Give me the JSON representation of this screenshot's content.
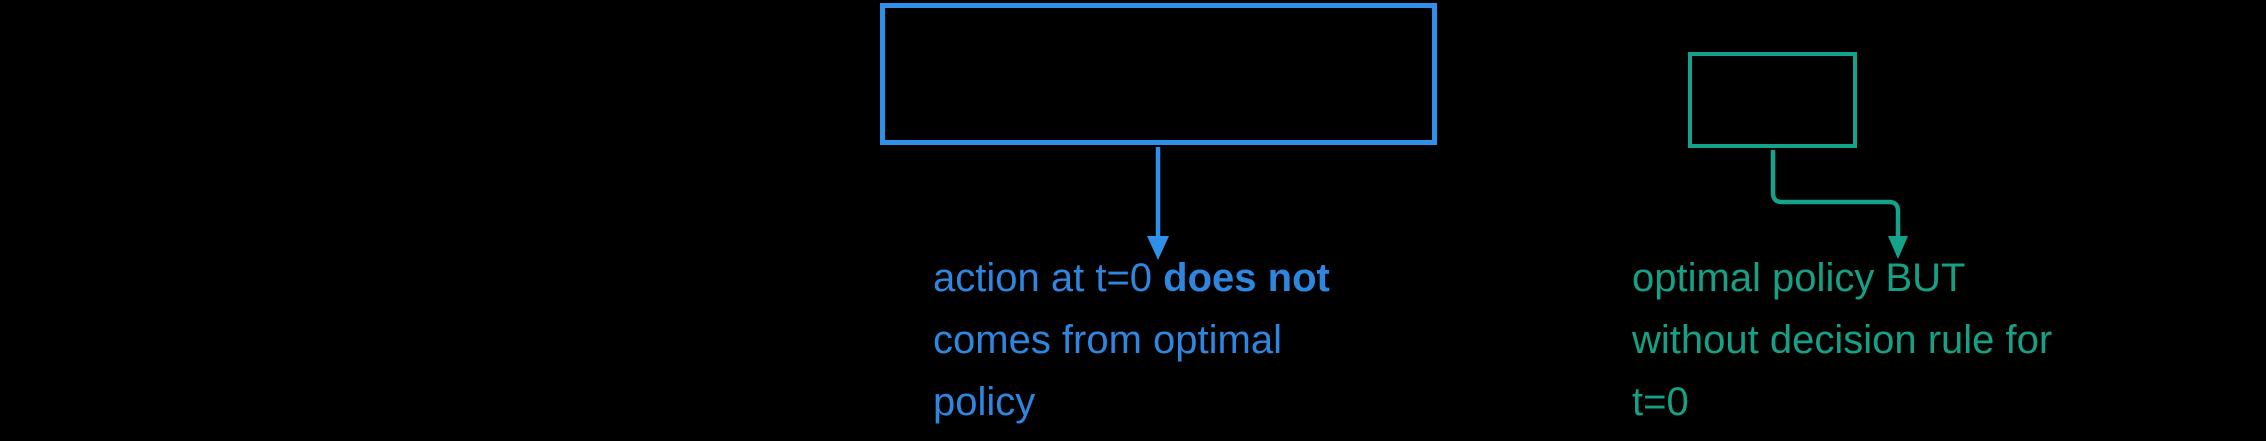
{
  "colors": {
    "background": "#000000",
    "blue_shape": "#2e90e8",
    "blue_text": "#2e86de",
    "green_shape": "#14a38a",
    "green_text": "#16a085"
  },
  "blue_callout": {
    "annotation": {
      "line1_regular": "action at t=0 ",
      "line1_bold": "does not",
      "line2": "comes from optimal",
      "line3": "policy"
    }
  },
  "green_callout": {
    "annotation": {
      "line1": "optimal policy BUT",
      "line2": "without decision rule for",
      "line3": "t=0"
    }
  }
}
